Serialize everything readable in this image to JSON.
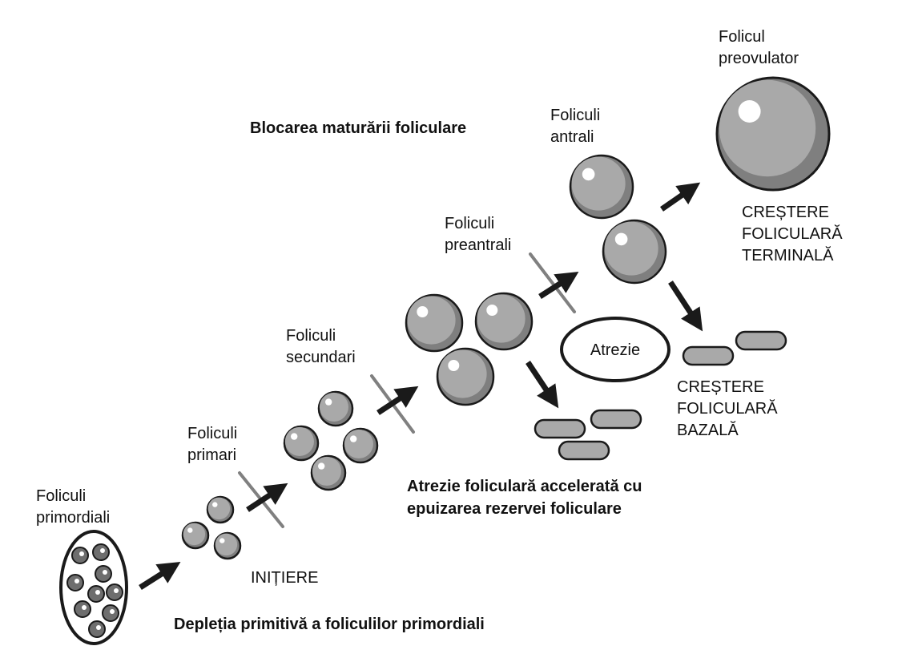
{
  "labels": {
    "primordial_l1": "Foliculi",
    "primordial_l2": "primordiali",
    "primary_l1": "Foliculi",
    "primary_l2": "primari",
    "secondary_l1": "Foliculi",
    "secondary_l2": "secundari",
    "preantral_l1": "Foliculi",
    "preantral_l2": "preantrali",
    "antral_l1": "Foliculi",
    "antral_l2": "antrali",
    "preovulatory_l1": "Folicul",
    "preovulatory_l2": "preovulator",
    "initiation": "INIȚIERE",
    "atresia": "Atrezie",
    "terminal_l1": "CREȘTERE",
    "terminal_l2": "FOLICULARĂ",
    "terminal_l3": "TERMINALĂ",
    "basal_l1": "CREȘTERE",
    "basal_l2": "FOLICULARĂ",
    "basal_l3": "BAZALĂ",
    "block": "Blocarea maturării foliculare",
    "accelerated_l1": "Atrezie foliculară accelerată cu",
    "accelerated_l2": "epuizarea rezervei foliculare",
    "depletion": "Depleția primitivă a foliculilor primordiali"
  },
  "colors": {
    "follicle_fill": "#a9a9a9",
    "follicle_shade": "#7f7f7f",
    "primordial_cell": "#6e6e6e",
    "outline": "#1a1a1a",
    "block_line": "#808080",
    "background": "#ffffff"
  }
}
